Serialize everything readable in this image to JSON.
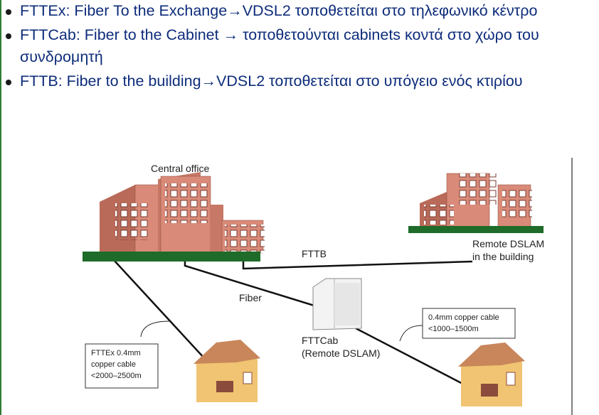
{
  "bullets": [
    {
      "label": "FTTEx: Fiber To the Exchange",
      "arrow": "→",
      "rest": "VDSL2 τοποθετείται στο τηλεφωνικό κέντρο"
    },
    {
      "label": "FTTCab: Fiber to the Cabinet ",
      "arrow": "→",
      "rest": " τοποθετούνται cabinets κοντά στο χώρο του συνδρομητή"
    },
    {
      "label": "FTTB: Fiber to the building",
      "arrow": "→",
      "rest": "VDSL2 τοποθετείται στο υπόγειο ενός κτιρίου"
    }
  ],
  "diagram": {
    "central_office": "Central office",
    "fttb": "FTTB",
    "remote_dslam": [
      "Remote DSLAM",
      "in the building"
    ],
    "fiber": "Fiber",
    "fttcab": [
      "FTTCab",
      "(Remote DSLAM)"
    ],
    "cable_cab": [
      "0.4mm copper cable",
      "<1000–1500m"
    ],
    "cable_ex": [
      "FTTEx 0.4mm",
      "copper cable",
      "<2000–2500m"
    ]
  },
  "colors": {
    "text": "#0d2c7a",
    "brick": "#d98a78",
    "brick_dark": "#b96a58",
    "ground": "#1f6b2a",
    "roof": "#c9865a",
    "house": "#f0c472"
  }
}
